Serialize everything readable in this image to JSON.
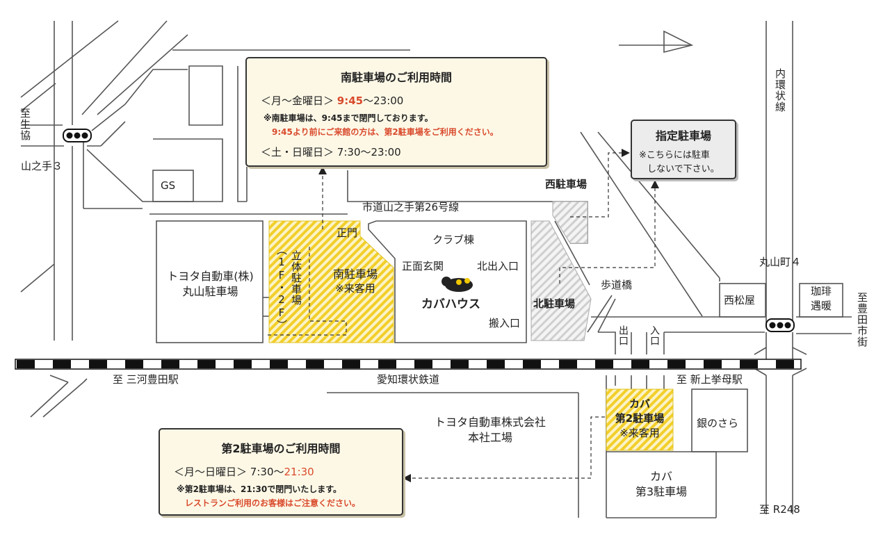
{
  "south_parking_box": {
    "title": "南駐車場のご利用時間",
    "weekday_label": "＜月～金曜日＞",
    "weekday_open": "9:45",
    "weekday_close": "～23:00",
    "note1": "※南駐車場は、9:45まで閉門しております。",
    "note2": "9:45より前にご来館の方は、第2駐車場をご利用ください。",
    "weekend_label": "＜土・日曜日＞",
    "weekend_hours": "7:30～23:00"
  },
  "designated_parking_box": {
    "title": "指定駐車場",
    "note_line1": "※こちらには駐車",
    "note_line2": "しないで下さい。"
  },
  "second_parking_box": {
    "title": "第2駐車場のご利用時間",
    "days_label": "＜月～日曜日＞",
    "open": "7:30～",
    "close": "21:30",
    "note1": "※第2駐車場は、21:30で閉門いたします。",
    "note2": "レストランご利用のお客様はご注意ください。"
  },
  "labels": {
    "to_seikyo": "至生協",
    "yamanote3": "山之手３",
    "gs": "GS",
    "city_road": "市道山之手第26号線",
    "main_gate": "正門",
    "club_building": "クラブ棟",
    "front_entrance": "正面玄関",
    "north_entrance": "北出入口",
    "loading_entrance": "搬入口",
    "restaurant_name": "カバハウス",
    "toyota_parking_line1": "トヨタ自動車(株)",
    "toyota_parking_line2": "丸山駐車場",
    "multistory_parking": "立体駐車場",
    "multistory_floors": "（1F・2F）",
    "south_parking_line1": "南駐車場",
    "south_parking_line2": "※来客用",
    "west_parking": "西駐車場",
    "north_parking": "北駐車場",
    "footbridge": "歩道橋",
    "exit": "出口",
    "entrance": "入口",
    "inner_ring_road": "内環状線",
    "maruyamacho4": "丸山町４",
    "nishimatsuya": "西松屋",
    "coffee_line1": "珈琲",
    "coffee_line2": "遇暖",
    "to_toyotashi": "至豊田市街",
    "to_mikawa_toyota": "至 三河豊田駅",
    "aichi_loop_railway": "愛知環状鉄道",
    "to_shinuwagoromo": "至 新上挙母駅",
    "second_parking_line1": "カバ",
    "second_parking_line2": "第2駐車場",
    "second_parking_line3": "※来客用",
    "gin_no_sara": "銀のさら",
    "third_parking_line1": "カバ",
    "third_parking_line2": "第3駐車場",
    "toyota_hq_line1": "トヨタ自動車株式会社",
    "toyota_hq_line2": "本社工場",
    "to_r248": "至 R248"
  },
  "colors": {
    "yellow_stripe": "#f2cf2a",
    "gray_stripe": "#cfcfcf",
    "accent_red": "#d94a2c",
    "box_bg": "#fdf8e6"
  }
}
